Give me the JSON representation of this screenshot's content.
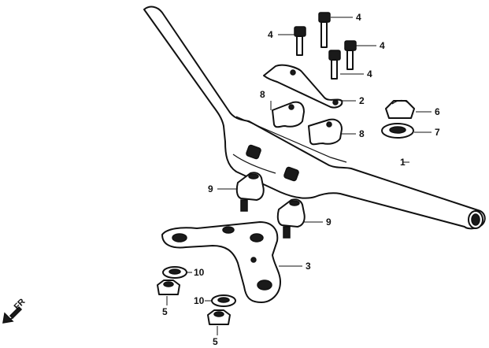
{
  "parts": {
    "handlebar": "1",
    "clip": "2",
    "bracket": "3",
    "bolt_a": "4",
    "bolt_b": "4",
    "bolt_c": "4",
    "bolt_d": "4",
    "nut_a": "5",
    "nut_b": "5",
    "cap_nut": "6",
    "washer": "7",
    "upper_holder_a": "8",
    "upper_holder_b": "8",
    "lower_holder_a": "9",
    "lower_holder_b": "9",
    "plain_washer_a": "10",
    "plain_washer_b": "10"
  },
  "direction": "FR"
}
